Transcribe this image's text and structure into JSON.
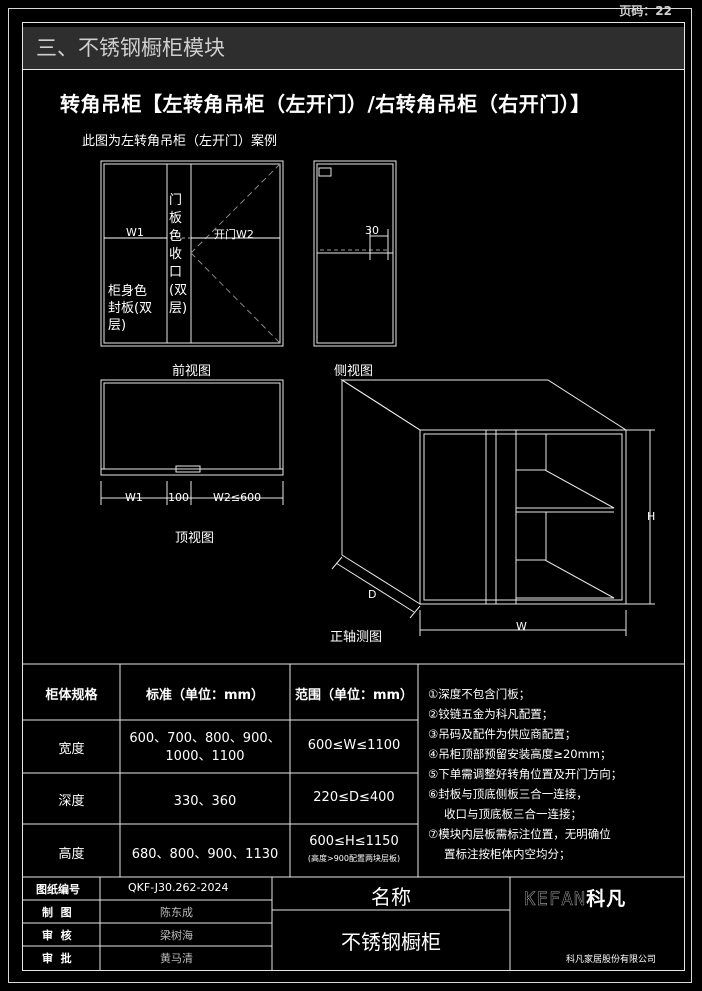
{
  "header": {
    "page_number": "页码：22",
    "section_title": "三、不锈钢橱柜模块"
  },
  "main_title": "转角吊柜【左转角吊柜（左开门）/右转角吊柜（右开门）】",
  "caption": "此图为左转角吊柜（左开门）案例",
  "front_view": {
    "label": "前视图",
    "w1": "W1",
    "door_w2": "开门W2",
    "trim_text": [
      "门",
      "板",
      "色",
      "收",
      "口",
      "(双",
      "层)"
    ],
    "body_panel_text": [
      "柜身色",
      "封板(双",
      "层)"
    ]
  },
  "side_view": {
    "label": "侧视图",
    "dim": "30"
  },
  "top_view": {
    "label": "顶视图",
    "w1": "W1",
    "gap": "100",
    "w2": "W2≤600"
  },
  "iso_view": {
    "label": "正轴测图",
    "h": "H",
    "d": "D",
    "w": "W"
  },
  "spec_table": {
    "headers": [
      "柜体规格",
      "标准（单位：mm）",
      "范围（单位：mm）"
    ],
    "rows": [
      {
        "name": "宽度",
        "standard": "600、700、800、900、1000、1100",
        "range": "600≤W≤1100",
        "range_note": ""
      },
      {
        "name": "深度",
        "standard": "330、360",
        "range": "220≤D≤400",
        "range_note": ""
      },
      {
        "name": "高度",
        "standard": "680、800、900、1130",
        "range": "600≤H≤1150",
        "range_note": "(高度>900配置两块层板)"
      }
    ]
  },
  "notes": [
    "①深度不包含门板；",
    "②铰链五金为科凡配置；",
    "③吊码及配件为供应商配置；",
    "④吊柜顶部预留安装高度≥20mm；",
    "⑤下单需调整好转角位置及开门方向；",
    "⑥封板与顶底侧板三合一连接，",
    "收口与顶底板三合一连接；",
    "⑦模块内层板需标注位置，无明确位",
    "置标注按柜体内空均分；"
  ],
  "title_block": {
    "drawing_no_label": "图纸编号",
    "drawing_no": "QKF-J30.262-2024",
    "drawn_label": "制  图",
    "drawn_by": "陈东成",
    "check_label": "审  核",
    "checked_by": "梁树海",
    "approve_label": "审  批",
    "approved_by": "黄马清",
    "name_label": "名称",
    "name_value": "不锈钢橱柜",
    "logo_latin": "KEFAN",
    "logo_cn": "科凡",
    "company": "科凡家居股份有限公司"
  }
}
